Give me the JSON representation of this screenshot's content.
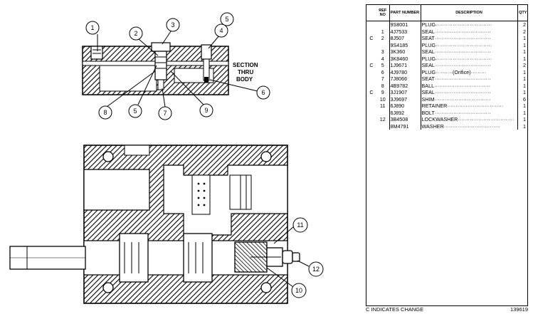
{
  "table": {
    "headers": {
      "ref_no": "REF NO",
      "part_number": "PART NUMBER",
      "description": "DESCRIPTION",
      "qty": "QTY"
    },
    "rows": [
      {
        "change": "",
        "ref": "",
        "part": "9S8001",
        "desc": "PLUG",
        "qty": "2"
      },
      {
        "change": "",
        "ref": "1",
        "part": "4J7533",
        "desc": "SEAL",
        "qty": "2"
      },
      {
        "change": "C",
        "ref": "2",
        "part": "8J507",
        "desc": "SEAT",
        "qty": "1"
      },
      {
        "change": "",
        "ref": "",
        "part": "9S4185",
        "desc": "PLUG",
        "qty": "1"
      },
      {
        "change": "",
        "ref": "3",
        "part": "3K360",
        "desc": "SEAL",
        "qty": "1"
      },
      {
        "change": "",
        "ref": "4",
        "part": "3K8460",
        "desc": "PLUG",
        "qty": "1"
      },
      {
        "change": "C",
        "ref": "5",
        "part": "1J9671",
        "desc": "SEAL",
        "qty": "2"
      },
      {
        "change": "",
        "ref": "6",
        "part": "4J9780",
        "desc": "PLUG",
        "note": "(Orifice)",
        "qty": "1"
      },
      {
        "change": "",
        "ref": "7",
        "part": "7J8066",
        "desc": "SEAT",
        "qty": "1"
      },
      {
        "change": "",
        "ref": "8",
        "part": "4B9782",
        "desc": "BALL",
        "qty": "1"
      },
      {
        "change": "C",
        "ref": "9",
        "part": "3J1907",
        "desc": "SEAL",
        "qty": "1"
      },
      {
        "change": "",
        "ref": "10",
        "part": "3J9697",
        "desc": "SHIM",
        "qty": "6"
      },
      {
        "change": "",
        "ref": "11",
        "part": "6J890",
        "desc": "RETAINER",
        "qty": "1"
      },
      {
        "change": "",
        "ref": "",
        "part": "6J892",
        "desc": "BOLT",
        "qty": "1"
      },
      {
        "change": "",
        "ref": "12",
        "part": "3B4508",
        "desc": "LOCKWASHER",
        "qty": "1"
      },
      {
        "change": "",
        "ref": "",
        "part": "8M4791",
        "desc": "WASHER",
        "qty": "1"
      }
    ]
  },
  "footer": {
    "legend": "C INDICATES CHANGE",
    "figure_number": "139619"
  },
  "drawing": {
    "section_label_1": "SECTION",
    "section_label_2": "THRU",
    "section_label_3": "BODY",
    "callouts": {
      "c1": "1",
      "c2": "2",
      "c3": "3",
      "c4": "4",
      "c5": "5",
      "c5b": "5",
      "c6": "6",
      "c7": "7",
      "c8": "8",
      "c9": "9",
      "c10": "10",
      "c11": "11",
      "c12": "12"
    }
  }
}
